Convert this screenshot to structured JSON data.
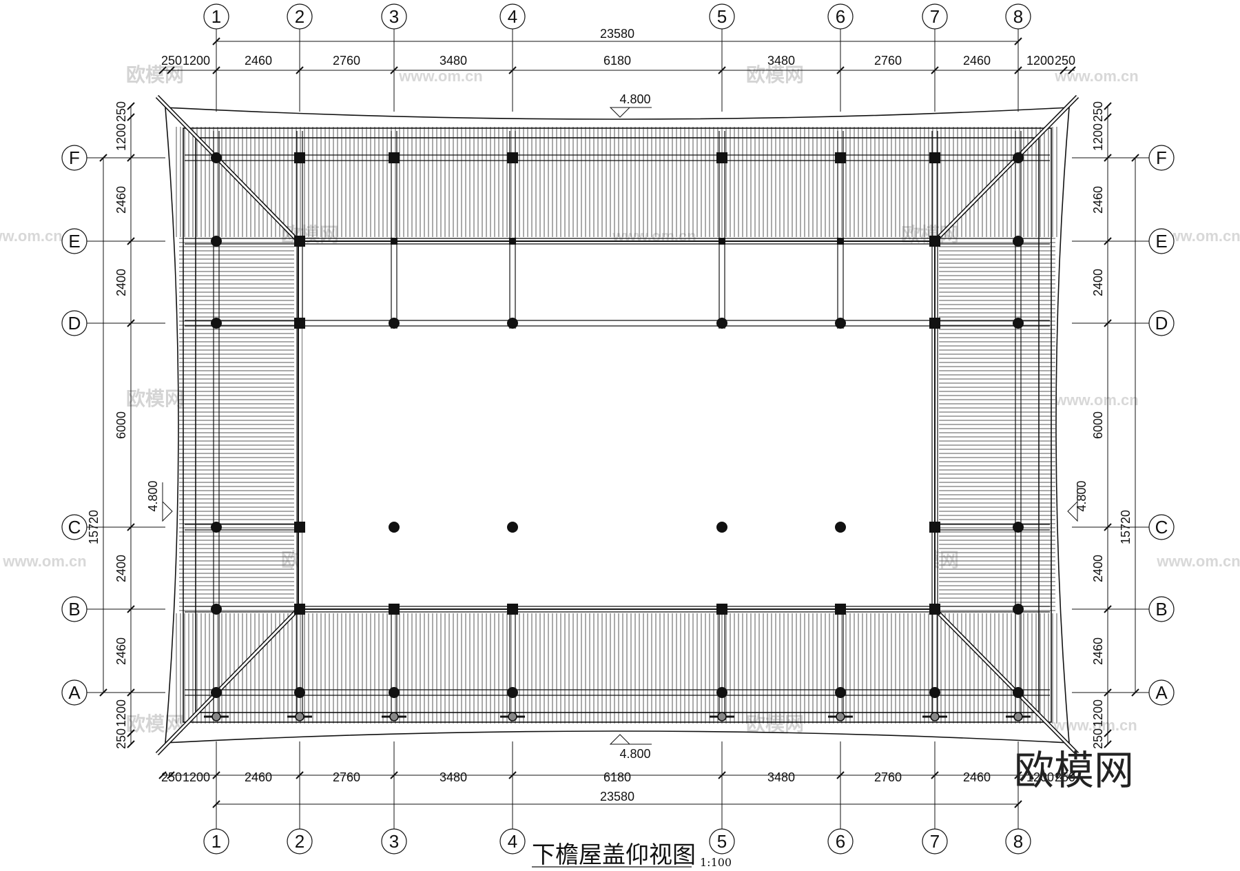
{
  "title": "下檐屋盖仰视图",
  "scale": "1:100",
  "logo": "欧模网",
  "watermark_text": "欧模网",
  "watermark_url": "www.om.cn",
  "columns": [
    "1",
    "2",
    "3",
    "4",
    "5",
    "6",
    "7",
    "8"
  ],
  "rows": [
    "F",
    "E",
    "D",
    "C",
    "B",
    "A"
  ],
  "dimensions": {
    "horizontal_total": "23580",
    "horizontal_segments": [
      "250",
      "1200",
      "2460",
      "2760",
      "3480",
      "6180",
      "3480",
      "2760",
      "2460",
      "1200",
      "250"
    ],
    "vertical_total": "15720",
    "vertical_segments": [
      "250",
      "1200",
      "2460",
      "2400",
      "6000",
      "2400",
      "2460",
      "1200",
      "250"
    ]
  },
  "elevation": "4.800",
  "colors": {
    "line": "#111111",
    "watermark": "#d4d4d4"
  }
}
